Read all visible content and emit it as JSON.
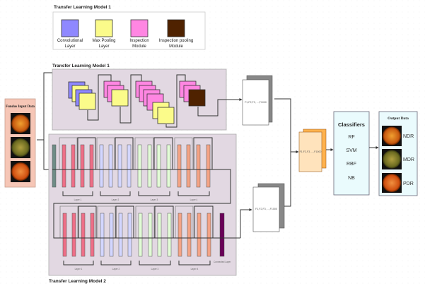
{
  "legend": {
    "title": "Transfer Learning Model 1",
    "items": [
      {
        "line1": "Convolutional",
        "line2": "Layer",
        "color": "#8f88ff"
      },
      {
        "line1": "Max Pooling",
        "line2": "Layer",
        "color": "#fbfb8a"
      },
      {
        "line1": "Inspection",
        "line2": "Module",
        "color": "#ff86e2"
      },
      {
        "line1": "Inspection pooling",
        "line2": "Module",
        "color": "#4f2200"
      }
    ]
  },
  "input": {
    "title": "Fundus Input Data",
    "color": "#f6c6b6"
  },
  "model1": {
    "title": "Transfer Learning Model 1",
    "color": "#e2d8e2"
  },
  "model2": {
    "title": "Transfer Learning Model 2",
    "row1_layers": [
      "Layer 1",
      "Layer 2",
      "Layer 3",
      "Layer 4"
    ],
    "row2_layers": [
      "Layer 1",
      "Layer 2",
      "Layer 3",
      "Layer 4"
    ],
    "connected_label": "Connected Layer",
    "colors": {
      "stem": "#6f8c86",
      "l1": "#ee6f87",
      "l2": "#d3d6ff",
      "l3": "#e2fbd6",
      "l4": "#f4a385",
      "connected": "#6a0058"
    }
  },
  "features": {
    "top": "F1,F2,F3, ...,F1000",
    "bottom": "F1,F2,F3, ...,F1000",
    "fused": "F1,F2,F3, ...,F1000"
  },
  "classifiers": {
    "title": "Classifiers",
    "items": [
      "RF",
      "SVM",
      "RBF",
      "NB"
    ],
    "color": "#eafbfd"
  },
  "output": {
    "title": "Output Data",
    "classes": [
      "NDR",
      "MDR",
      "PDR"
    ]
  }
}
